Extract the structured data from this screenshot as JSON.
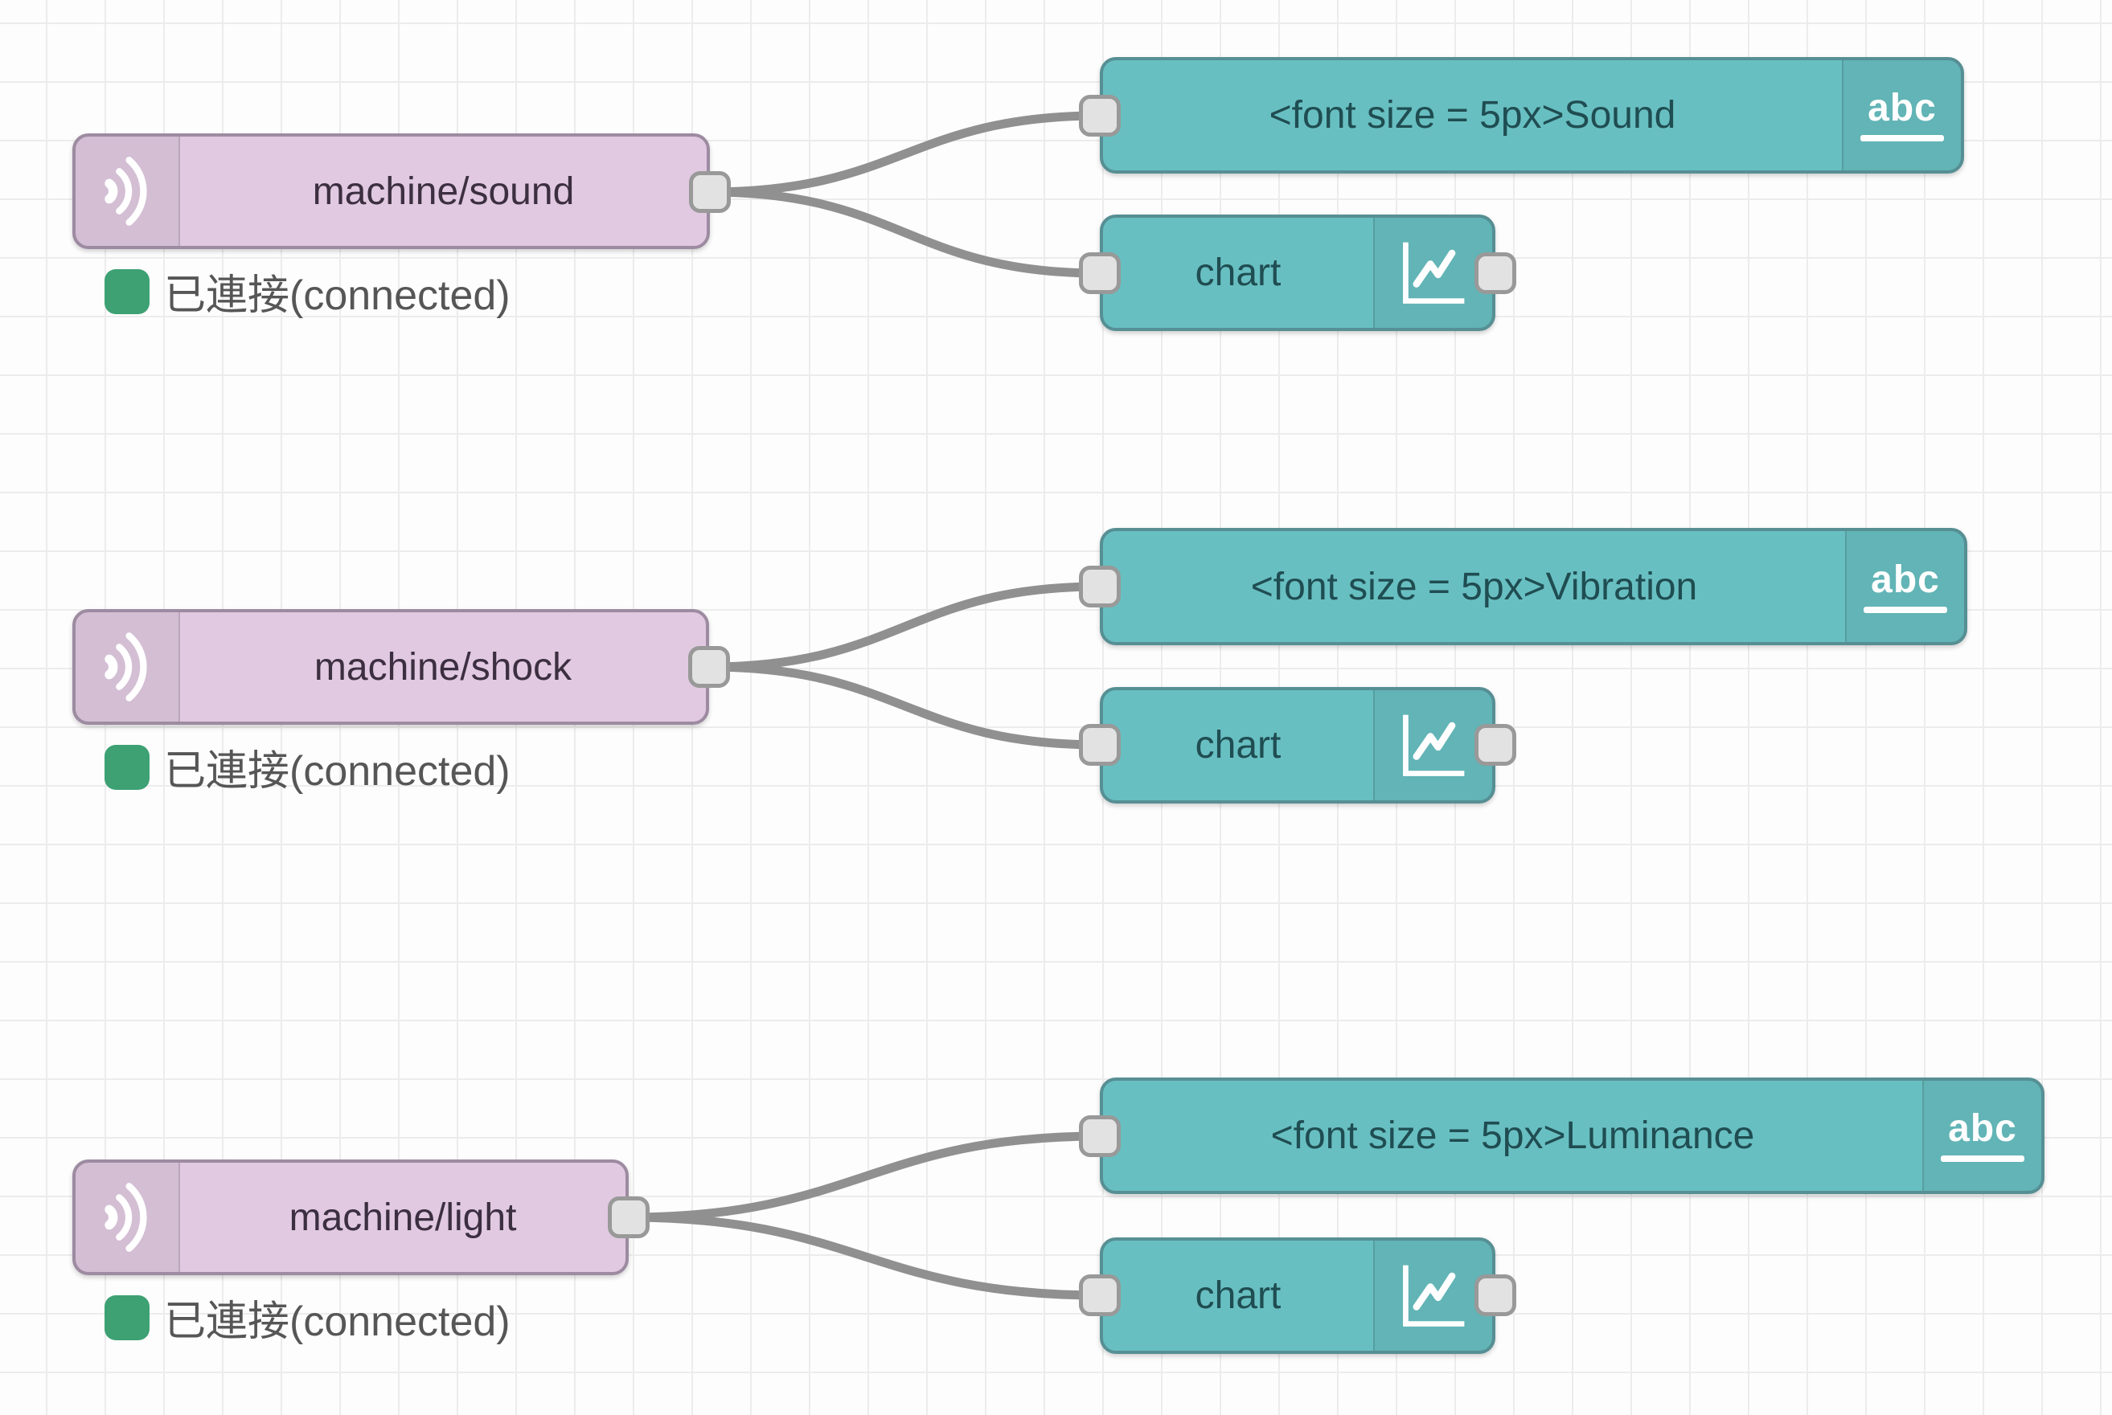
{
  "app": "node-red-flow-editor",
  "colors": {
    "canvas_background": "#fdfdfd",
    "grid_line": "#ececec",
    "mqtt_node_fill": "#e0c9e1",
    "mqtt_node_border": "#9d8ba1",
    "mqtt_node_text": "#3c2f40",
    "ui_node_fill": "#68bfc1",
    "ui_node_border": "#568f94",
    "ui_node_text": "#1f4d52",
    "wire": "#909090",
    "port_fill": "#e2e2e2",
    "port_border": "#999999",
    "status_connected_green": "#3da173",
    "status_text": "#565656",
    "icon_glyph": "#ffffff"
  },
  "rows": [
    {
      "mqtt": {
        "label": "machine/sound",
        "icon": "signal-waves-icon"
      },
      "status": {
        "text": "已連接(connected)",
        "state": "connected"
      },
      "text_node": {
        "label": "<font size = 5px>Sound",
        "icon_label": "abc"
      },
      "chart_node": {
        "label": "chart",
        "icon": "line-chart-icon"
      }
    },
    {
      "mqtt": {
        "label": "machine/shock",
        "icon": "signal-waves-icon"
      },
      "status": {
        "text": "已連接(connected)",
        "state": "connected"
      },
      "text_node": {
        "label": "<font size = 5px>Vibration",
        "icon_label": "abc"
      },
      "chart_node": {
        "label": "chart",
        "icon": "line-chart-icon"
      }
    },
    {
      "mqtt": {
        "label": "machine/light",
        "icon": "signal-waves-icon"
      },
      "status": {
        "text": "已連接(connected)",
        "state": "connected"
      },
      "text_node": {
        "label": "<font size = 5px>Luminance",
        "icon_label": "abc"
      },
      "chart_node": {
        "label": "chart",
        "icon": "line-chart-icon"
      }
    }
  ]
}
